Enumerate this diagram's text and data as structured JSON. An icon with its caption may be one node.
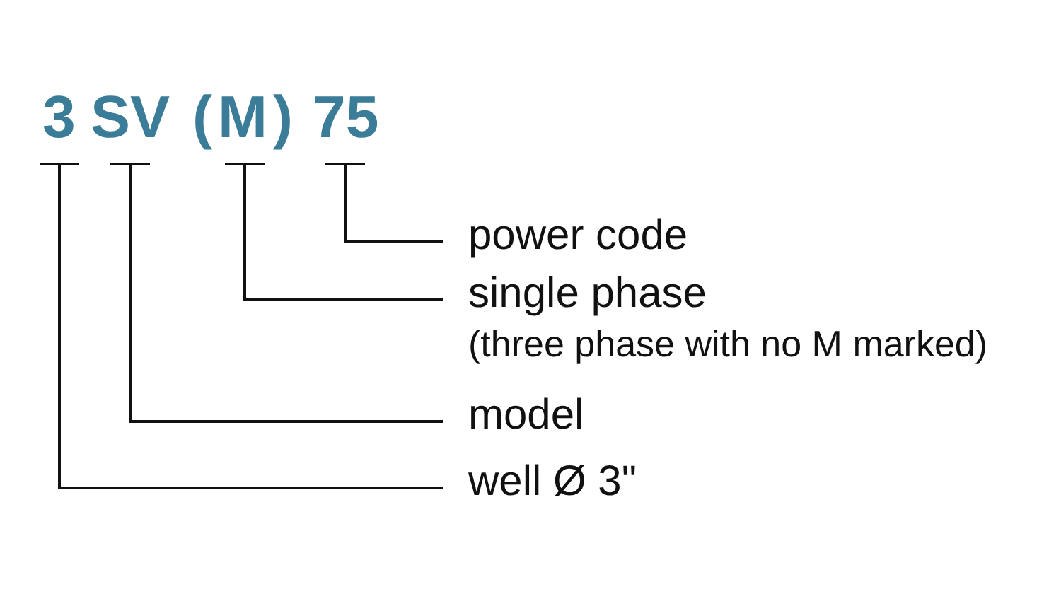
{
  "diagram": {
    "nodes": [
      {
        "text": [
          "3"
        ]
      },
      {
        "text": [
          "SV"
        ]
      },
      {
        "text": [
          "(M)"
        ]
      },
      {
        "text": [
          "75"
        ]
      },
      {
        "text": [
          "power code"
        ]
      },
      {
        "text": [
          "single phase",
          "(three phase with no M marked)"
        ]
      },
      {
        "text": [
          "model"
        ]
      },
      {
        "text": [
          "well Ø 3\""
        ]
      }
    ],
    "edges": [
      {
        "from": 4,
        "to": 3,
        "arrow": "none"
      },
      {
        "from": 5,
        "to": 2,
        "arrow": "none"
      },
      {
        "from": 6,
        "to": 1,
        "arrow": "none"
      },
      {
        "from": 7,
        "to": 0,
        "arrow": "none"
      }
    ]
  }
}
